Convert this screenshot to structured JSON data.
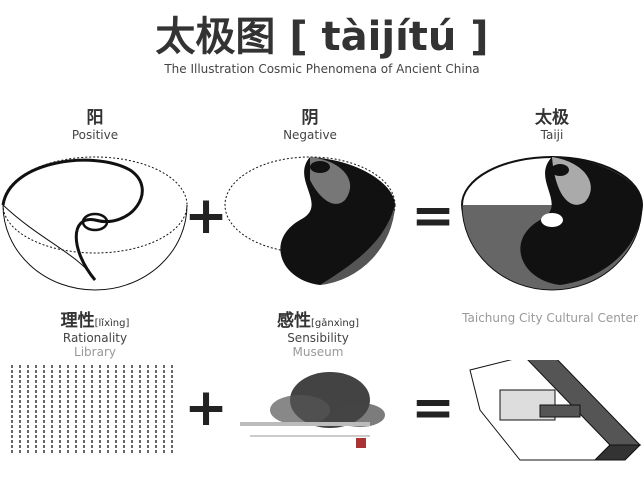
{
  "title": "太极图 [ tàijítú ]",
  "subtitle": "The Illustration Cosmic Phenomena of Ancient China",
  "top_row": [
    {
      "zh": "阳",
      "en": "Positive"
    },
    {
      "zh": "阴",
      "en": "Negative"
    },
    {
      "zh": "太极",
      "en": "Taiji"
    }
  ],
  "bottom_row": [
    {
      "zh": "理性",
      "pinyin": "[lǐxìng]",
      "en": "Rationality",
      "sub": "Library"
    },
    {
      "zh": "感性",
      "pinyin": "[gǎnxìng]",
      "en": "Sensibility",
      "sub": "Museum"
    },
    {
      "label": "Taichung City Cultural Center"
    }
  ],
  "operators": {
    "plus": "+",
    "equals": "="
  }
}
